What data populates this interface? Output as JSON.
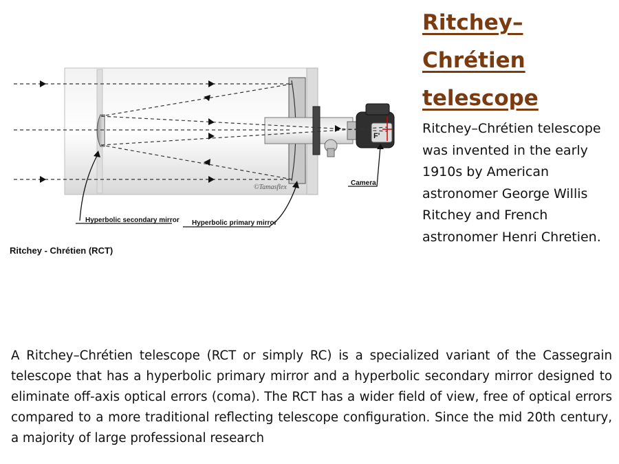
{
  "title": {
    "line1": "Ritchey–",
    "line2": "Chrétien",
    "line3": "telescope"
  },
  "intro_text": "Ritchey–Chrétien telescope was invented in the early 1910s by American astronomer George Willis Ritchey and French astronomer Henri Chretien.",
  "body_text": "A Ritchey–Chrétien telescope (RCT or simply RC) is a specialized variant of the Cassegrain telescope that has a hyperbolic primary mirror and a hyperbolic secondary mirror designed to eliminate off-axis optical errors (coma). The RCT has a wider field of view, free of optical errors compared to a more traditional reflecting telescope configuration. Since the mid 20th century, a majority of large professional research",
  "diagram": {
    "label_secondary": "Hyperbolic secondary mirror",
    "label_primary": "Hyperbolic primary mirror",
    "label_camera": "Camera",
    "label_focus": "F'",
    "watermark": "©Tamasflex",
    "caption": "Ritchey - Chrétien (RCT)"
  }
}
